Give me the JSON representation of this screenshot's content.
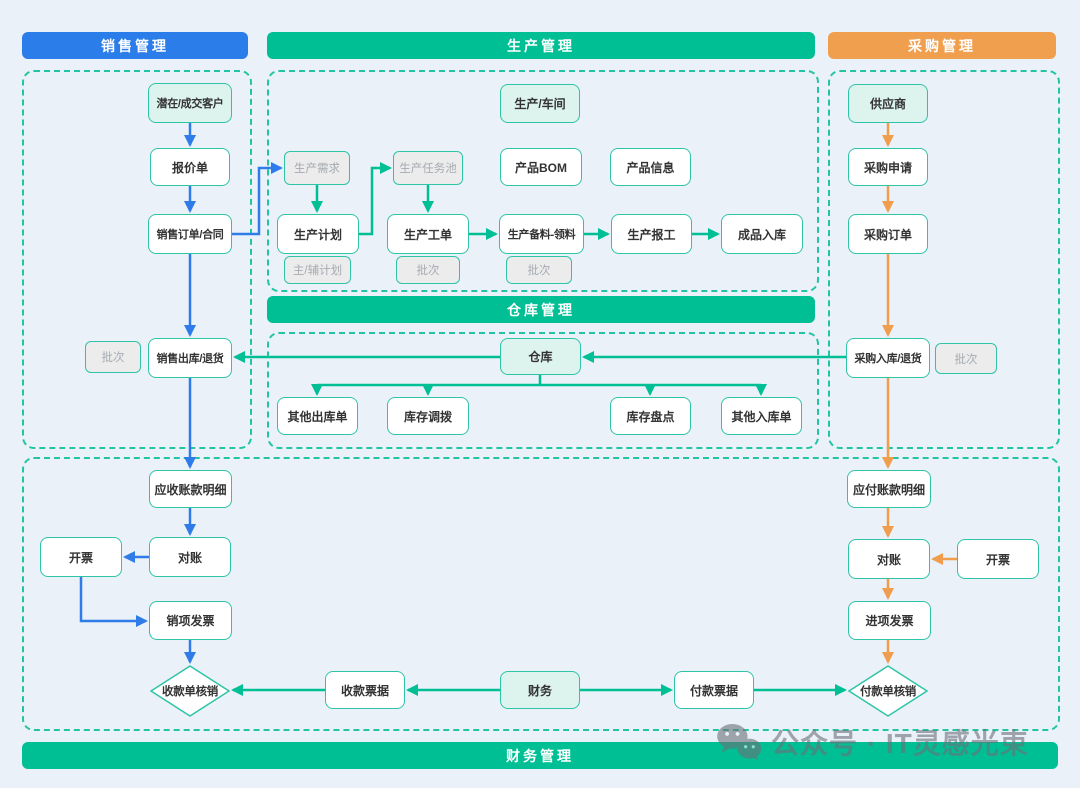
{
  "headers": {
    "sales": "销售管理",
    "production": "生产管理",
    "purchase": "采购管理",
    "warehouse": "仓库管理",
    "finance": "财务管理"
  },
  "nodes": {
    "customer": "潜在/成交客户",
    "quotation": "报价单",
    "sales_order": "销售订单/合同",
    "sales_batch": "批次",
    "sales_outbound": "销售出库/退货",
    "workshop": "生产/车间",
    "prod_demand": "生产需求",
    "prod_task_pool": "生产任务池",
    "product_bom": "产品BOM",
    "product_info": "产品信息",
    "prod_plan": "生产计划",
    "main_aux_plan": "主/辅计划",
    "prod_work_order": "生产工单",
    "work_order_batch": "批次",
    "prod_material": "生产备料-领料",
    "material_batch": "批次",
    "prod_report": "生产报工",
    "finished_inbound": "成品入库",
    "warehouse": "仓库",
    "other_outbound": "其他出库单",
    "inventory_transfer": "库存调拨",
    "inventory_check": "库存盘点",
    "other_inbound": "其他入库单",
    "supplier": "供应商",
    "purchase_request": "采购申请",
    "purchase_order": "采购订单",
    "purchase_inbound": "采购入库/退货",
    "purchase_batch": "批次",
    "receivable_detail": "应收账款明细",
    "invoice_out": "开票",
    "reconcile_left": "对账",
    "sales_invoice": "销项发票",
    "receipt_verify": "收款单核销",
    "receipt_bill": "收款票据",
    "finance": "财务",
    "payment_bill": "付款票据",
    "payment_verify": "付款单核销",
    "payable_detail": "应付账款明细",
    "reconcile_right": "对账",
    "invoice_in": "开票",
    "purchase_invoice": "进项发票"
  },
  "colors": {
    "sales_header": "#2b7de9",
    "production_header": "#01bf95",
    "purchase_header": "#f09f4f",
    "node_border": "#2ec4a6",
    "node_teal_fill": "#ddf3ed",
    "node_gray_fill": "#ececec",
    "arrow_blue": "#2f7ce8",
    "arrow_green": "#00bf95",
    "arrow_orange": "#f09d4e",
    "background": "#ebf1f9"
  },
  "watermark": {
    "icon": "wechat-icon",
    "text": "公众号 · IT灵感光束"
  }
}
